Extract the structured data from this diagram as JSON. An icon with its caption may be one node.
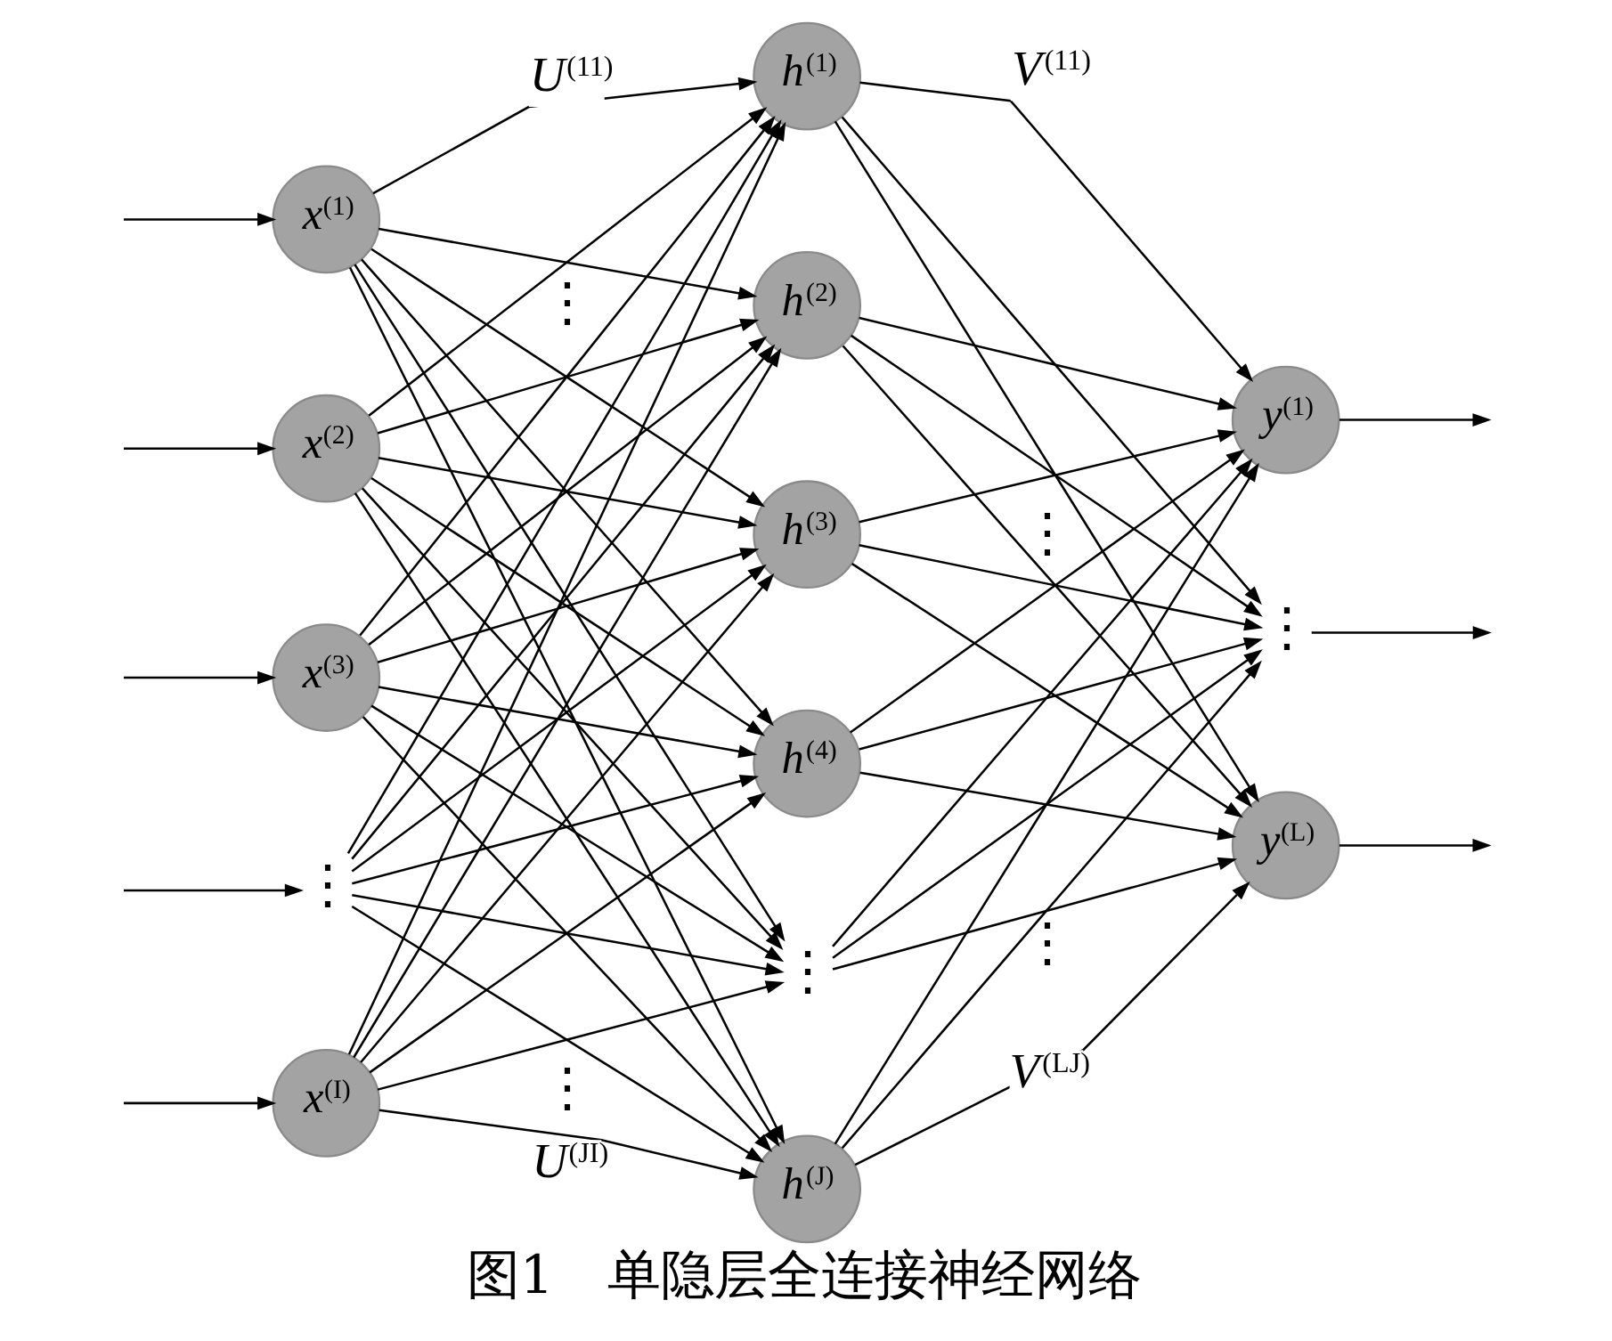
{
  "diagram": {
    "caption": "图1　单隐层全连接神经网络",
    "nodes": [
      {
        "text": [
          "x$^{(1)}$"
        ]
      },
      {
        "text": [
          "x$^{(2)}$"
        ]
      },
      {
        "text": [
          "x$^{(3)}$"
        ]
      },
      {
        "text": [
          "⋮"
        ]
      },
      {
        "text": [
          "x$^{(I)}$"
        ]
      },
      {
        "text": [
          "h$^{(1)}$"
        ]
      },
      {
        "text": [
          "h$^{(2)}$"
        ]
      },
      {
        "text": [
          "h$^{(3)}$"
        ]
      },
      {
        "text": [
          "h$^{(4)}$"
        ]
      },
      {
        "text": [
          "⋮"
        ]
      },
      {
        "text": [
          "h$^{(J)}$"
        ]
      },
      {
        "text": [
          "y$^{(1)}$"
        ]
      },
      {
        "text": [
          "⋮"
        ]
      },
      {
        "text": [
          "y$^{(L)}$"
        ]
      }
    ],
    "edges": [
      {
        "from": null,
        "to": 0,
        "arrow": "to"
      },
      {
        "from": null,
        "to": 1,
        "arrow": "to"
      },
      {
        "from": null,
        "to": 2,
        "arrow": "to"
      },
      {
        "from": null,
        "to": 3,
        "arrow": "to"
      },
      {
        "from": null,
        "to": 4,
        "arrow": "to"
      },
      {
        "from": 0,
        "to": 5,
        "arrow": "to",
        "label": "U$^{(11)}$"
      },
      {
        "from": 0,
        "to": 6,
        "arrow": "to"
      },
      {
        "from": 0,
        "to": 7,
        "arrow": "to"
      },
      {
        "from": 0,
        "to": 8,
        "arrow": "to"
      },
      {
        "from": 0,
        "to": 9,
        "arrow": "to"
      },
      {
        "from": 0,
        "to": 10,
        "arrow": "to"
      },
      {
        "from": 1,
        "to": 5,
        "arrow": "to"
      },
      {
        "from": 1,
        "to": 6,
        "arrow": "to"
      },
      {
        "from": 1,
        "to": 7,
        "arrow": "to"
      },
      {
        "from": 1,
        "to": 8,
        "arrow": "to"
      },
      {
        "from": 1,
        "to": 9,
        "arrow": "to"
      },
      {
        "from": 1,
        "to": 10,
        "arrow": "to"
      },
      {
        "from": 2,
        "to": 5,
        "arrow": "to"
      },
      {
        "from": 2,
        "to": 6,
        "arrow": "to"
      },
      {
        "from": 2,
        "to": 7,
        "arrow": "to"
      },
      {
        "from": 2,
        "to": 8,
        "arrow": "to"
      },
      {
        "from": 2,
        "to": 9,
        "arrow": "to"
      },
      {
        "from": 2,
        "to": 10,
        "arrow": "to"
      },
      {
        "from": 3,
        "to": 5,
        "arrow": "to"
      },
      {
        "from": 3,
        "to": 6,
        "arrow": "to"
      },
      {
        "from": 3,
        "to": 7,
        "arrow": "to"
      },
      {
        "from": 3,
        "to": 8,
        "arrow": "to"
      },
      {
        "from": 3,
        "to": 9,
        "arrow": "to"
      },
      {
        "from": 3,
        "to": 10,
        "arrow": "to"
      },
      {
        "from": 4,
        "to": 5,
        "arrow": "to"
      },
      {
        "from": 4,
        "to": 6,
        "arrow": "to"
      },
      {
        "from": 4,
        "to": 7,
        "arrow": "to"
      },
      {
        "from": 4,
        "to": 8,
        "arrow": "to"
      },
      {
        "from": 4,
        "to": 9,
        "arrow": "to"
      },
      {
        "from": 4,
        "to": 10,
        "arrow": "to",
        "label": "U$^{(JI)}$"
      },
      {
        "from": 5,
        "to": 11,
        "arrow": "to",
        "label": "V$^{(11)}$"
      },
      {
        "from": 5,
        "to": 12,
        "arrow": "to"
      },
      {
        "from": 5,
        "to": 13,
        "arrow": "to"
      },
      {
        "from": 6,
        "to": 11,
        "arrow": "to"
      },
      {
        "from": 6,
        "to": 12,
        "arrow": "to"
      },
      {
        "from": 6,
        "to": 13,
        "arrow": "to"
      },
      {
        "from": 7,
        "to": 11,
        "arrow": "to"
      },
      {
        "from": 7,
        "to": 12,
        "arrow": "to"
      },
      {
        "from": 7,
        "to": 13,
        "arrow": "to"
      },
      {
        "from": 8,
        "to": 11,
        "arrow": "to"
      },
      {
        "from": 8,
        "to": 12,
        "arrow": "to"
      },
      {
        "from": 8,
        "to": 13,
        "arrow": "to"
      },
      {
        "from": 9,
        "to": 11,
        "arrow": "to"
      },
      {
        "from": 9,
        "to": 12,
        "arrow": "to"
      },
      {
        "from": 9,
        "to": 13,
        "arrow": "to"
      },
      {
        "from": 10,
        "to": 11,
        "arrow": "to"
      },
      {
        "from": 10,
        "to": 12,
        "arrow": "to"
      },
      {
        "from": 10,
        "to": 13,
        "arrow": "to",
        "label": "V$^{(LJ)}$"
      },
      {
        "from": 11,
        "to": null,
        "arrow": "to"
      },
      {
        "from": 12,
        "to": null,
        "arrow": "to"
      },
      {
        "from": 13,
        "to": null,
        "arrow": "to"
      }
    ],
    "labels": [
      "⋮",
      "⋮",
      "⋮",
      "⋮"
    ]
  }
}
